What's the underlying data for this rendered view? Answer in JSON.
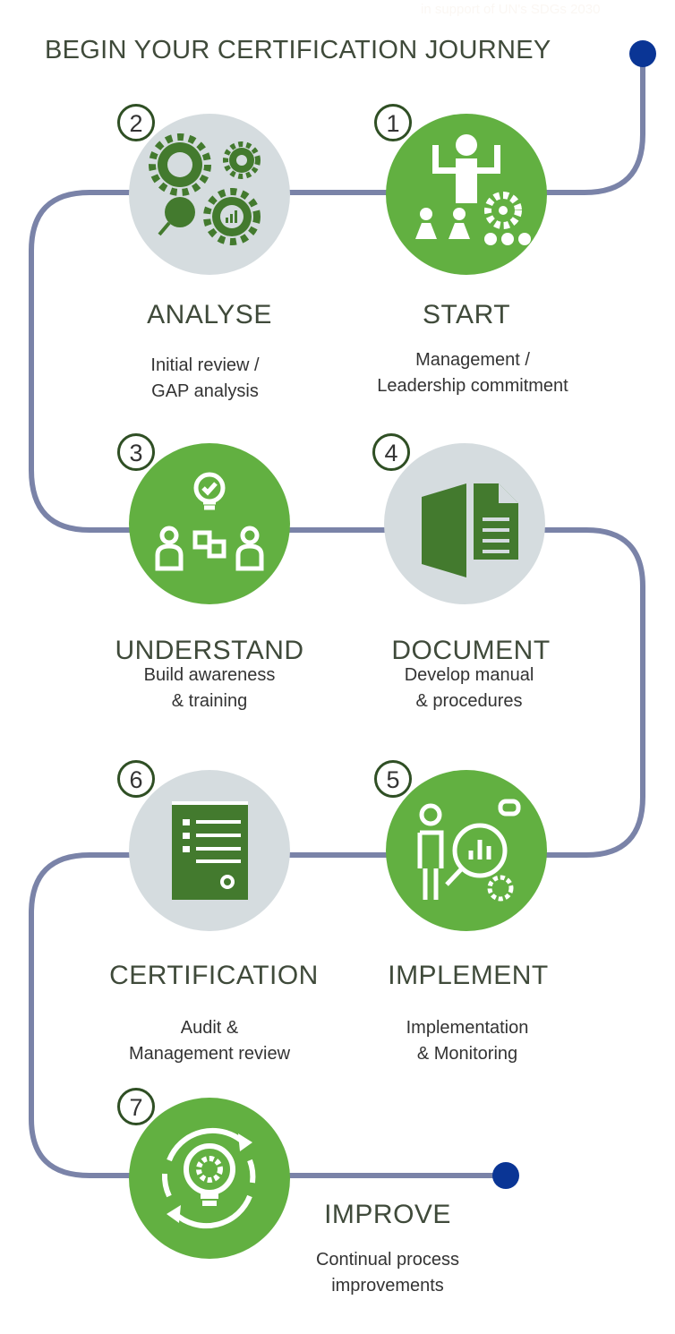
{
  "header": {
    "title": "BEGIN YOUR CERTIFICATION JOURNEY",
    "subtitle": "in support of UN's SDGs 2030"
  },
  "steps": [
    {
      "number": "1",
      "title": "START",
      "desc1": "Management /",
      "desc2": "Leadership commitment"
    },
    {
      "number": "2",
      "title": "ANALYSE",
      "desc1": "Initial review /",
      "desc2": "GAP analysis"
    },
    {
      "number": "3",
      "title": "UNDERSTAND",
      "desc1": "Build awareness",
      "desc2": "& training"
    },
    {
      "number": "4",
      "title": "DOCUMENT",
      "desc1": "Develop manual",
      "desc2": "& procedures"
    },
    {
      "number": "5",
      "title": "IMPLEMENT",
      "desc1": "Implementation",
      "desc2": "& Monitoring"
    },
    {
      "number": "6",
      "title": "CERTIFICATION",
      "desc1": "Audit &",
      "desc2": "Management review"
    },
    {
      "number": "7",
      "title": "IMPROVE",
      "desc1": "Continual process",
      "desc2": "improvements"
    }
  ],
  "colors": {
    "green": "#62b041",
    "dark_green": "#437a2e",
    "gray": "#d5dcdf",
    "path": "#7a83a8",
    "dot": "#0a3595"
  }
}
